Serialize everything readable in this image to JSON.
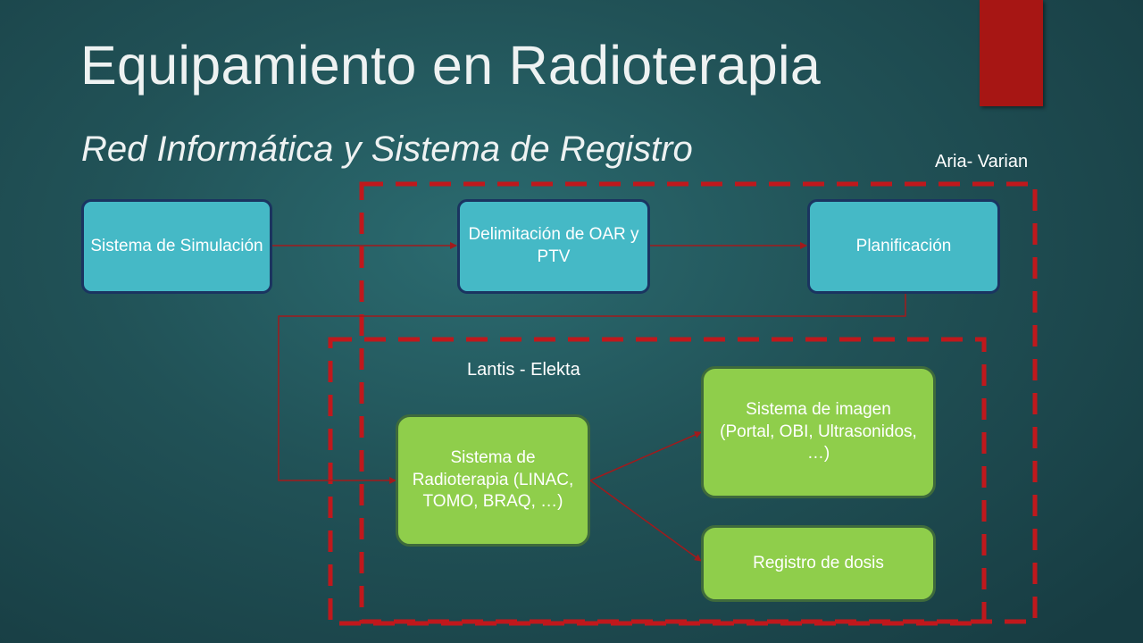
{
  "slide": {
    "title": "Equipamiento en Radioterapia",
    "subtitle": "Red Informática y Sistema de Registro"
  },
  "groups": {
    "aria": {
      "label": "Aria- Varian"
    },
    "lantis": {
      "label": "Lantis - Elekta"
    }
  },
  "nodes": {
    "simulacion": "Sistema de Simulación",
    "delimitacion": "Delimitación de OAR y PTV",
    "planificacion": "Planificación",
    "radioterapia": "Sistema de Radioterapia (LINAC, TOMO, BRAQ, …)",
    "imagen": "Sistema de imagen (Portal, OBI, Ultrasonidos, …)",
    "dosis": "Registro de dosis"
  },
  "colors": {
    "background": "#215257",
    "accent": "#a71614",
    "box_blue": "#45b9c6",
    "box_blue_border": "#1a3460",
    "box_green": "#8fce4b",
    "box_green_border": "#3e6a3c",
    "dashed_frame": "#c0181c",
    "connector": "#a11a1c"
  }
}
